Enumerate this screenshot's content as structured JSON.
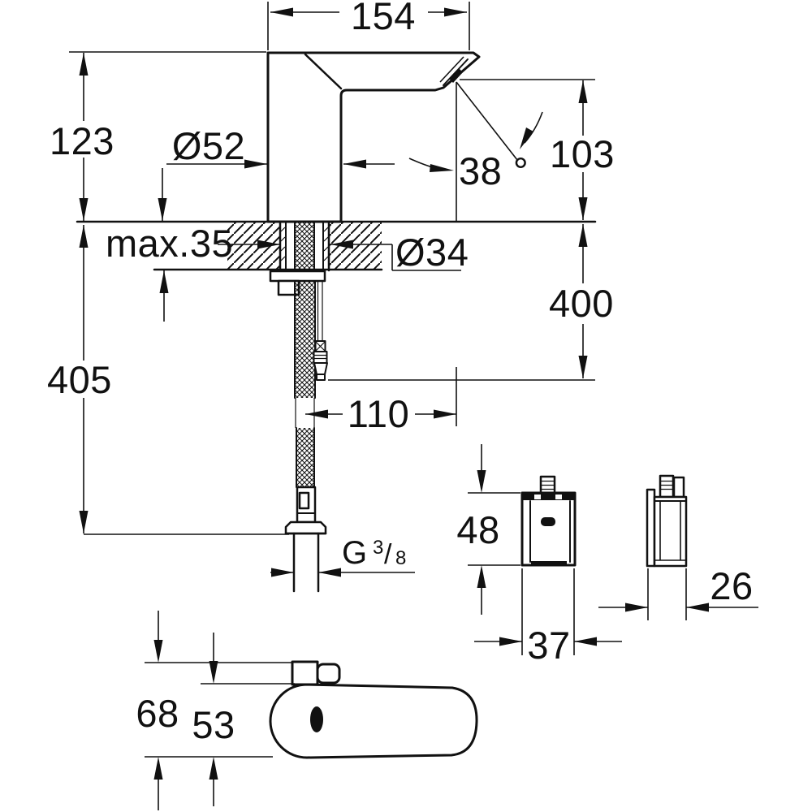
{
  "drawing": {
    "colors": {
      "line": "#111111",
      "background": "#ffffff"
    },
    "icons": {
      "logo_badge": "grohe-logo-badge",
      "sensor_window": "sensor-window"
    },
    "dims": {
      "spout_width": "154",
      "height_to_deck": "123",
      "base_diameter": "Ø52",
      "spray_angle": "38 °",
      "outlet_height": "103",
      "max_deck": "max.35",
      "hole_diameter": "Ø34",
      "length_below_400": "400",
      "length_below_405": "405",
      "reach_110": "110",
      "thread_g": "G",
      "thread_numerator": "3",
      "thread_slash": "/",
      "thread_denominator": "8",
      "box_height": "48",
      "box_width": "37",
      "box_depth": "26",
      "plan_total": "68",
      "plan_body": "53"
    }
  }
}
